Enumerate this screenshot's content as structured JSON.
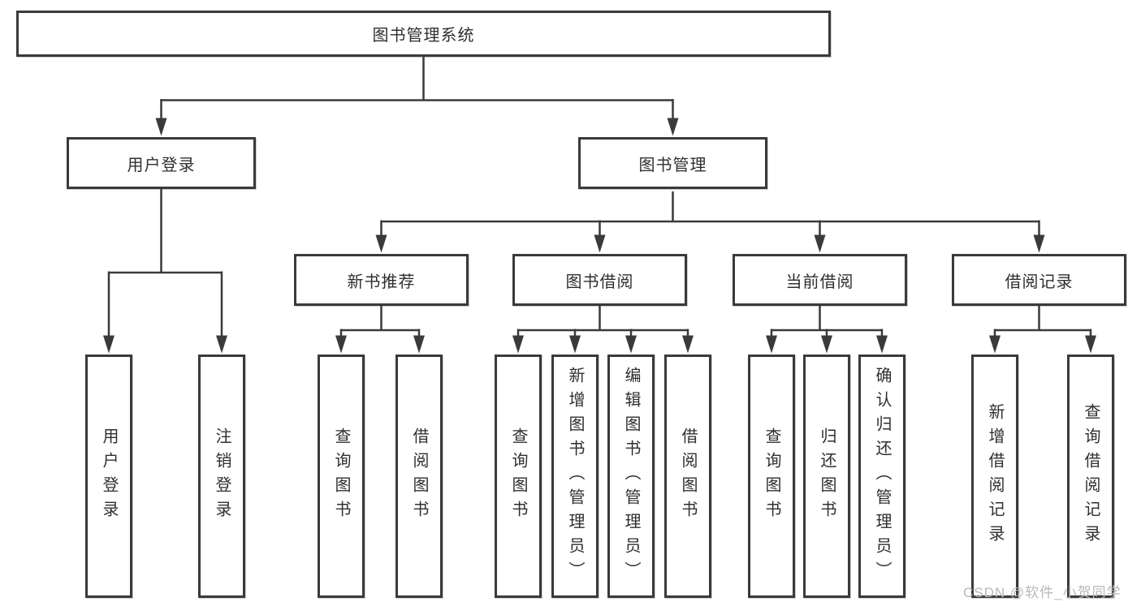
{
  "diagram": {
    "title_node": {
      "label": "图书管理系统"
    },
    "branches": [
      {
        "label": "用户登录",
        "children": [
          {
            "label": "用户登录"
          },
          {
            "label": "注销登录"
          }
        ]
      },
      {
        "label": "图书管理",
        "children": [
          {
            "label": "新书推荐",
            "children": [
              {
                "label": "查询图书"
              },
              {
                "label": "借阅图书"
              }
            ]
          },
          {
            "label": "图书借阅",
            "children": [
              {
                "label": "查询图书"
              },
              {
                "label": "新增图书（管理员）"
              },
              {
                "label": "编辑图书（管理员）"
              },
              {
                "label": "借阅图书"
              }
            ]
          },
          {
            "label": "当前借阅",
            "children": [
              {
                "label": "查询图书"
              },
              {
                "label": "归还图书"
              },
              {
                "label": "确认归还（管理员）"
              }
            ]
          },
          {
            "label": "借阅记录",
            "children": [
              {
                "label": "新增借阅记录"
              },
              {
                "label": "查询借阅记录"
              }
            ]
          }
        ]
      }
    ],
    "watermark": {
      "text": "CSDN @软件_小贺同学"
    },
    "colors": {
      "line": "#3a3a3a",
      "text": "#2f2f2f",
      "watermark": "#b8b8b8",
      "background": "#ffffff"
    }
  }
}
